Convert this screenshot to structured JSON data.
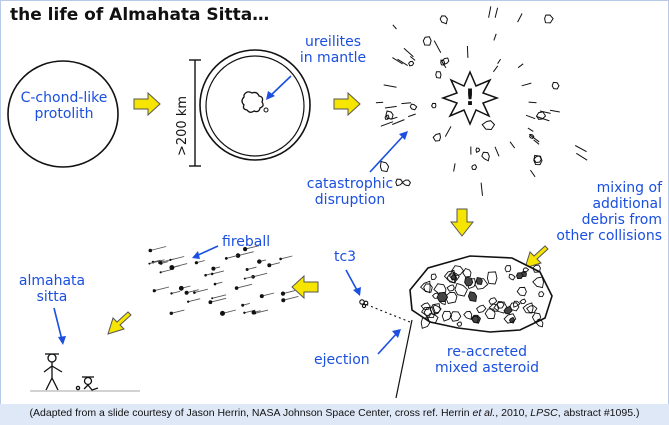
{
  "title": "the life of Almahata Sitta…",
  "labels": {
    "protolith": [
      "C-chond-like",
      "protolith"
    ],
    "scale": ">200 km",
    "ureilites": [
      "ureilites",
      "in mantle"
    ],
    "disruption": [
      "catastrophic",
      "disruption"
    ],
    "mixing": [
      "mixing of",
      "additional",
      "debris from",
      "other collisions"
    ],
    "reaccreted": [
      "re-accreted",
      "mixed asteroid"
    ],
    "ejection": "ejection",
    "tc3": "tc3",
    "fireball": "fireball",
    "almahata": [
      "almahata",
      "sitta"
    ],
    "explosion": "!"
  },
  "caption": {
    "prefix": "(Adapted from a slide courtesy of Jason Herrin, NASA Johnson Space Center, cross ref. Herrin ",
    "etal": "et al.",
    "middle": ", 2010, ",
    "journal": "LPSC",
    "suffix": ", abstract #1095.)"
  },
  "colors": {
    "label_blue": "#1a4fe0",
    "arrow_yellow": "#f5e500",
    "ink": "#111111",
    "caption_bg": "#dfe8f7"
  }
}
